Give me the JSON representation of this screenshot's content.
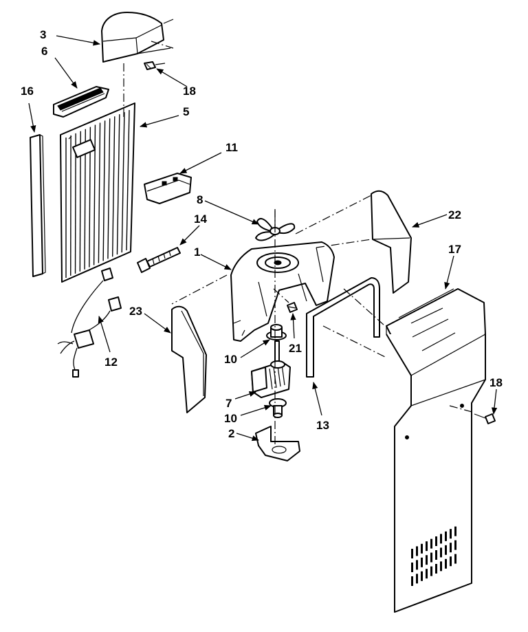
{
  "diagram": {
    "callouts": [
      {
        "id": "c3",
        "text": "3"
      },
      {
        "id": "c6",
        "text": "6"
      },
      {
        "id": "c16",
        "text": "16"
      },
      {
        "id": "c18a",
        "text": "18"
      },
      {
        "id": "c5",
        "text": "5"
      },
      {
        "id": "c11",
        "text": "11"
      },
      {
        "id": "c8",
        "text": "8"
      },
      {
        "id": "c14",
        "text": "14"
      },
      {
        "id": "c1",
        "text": "1"
      },
      {
        "id": "c22",
        "text": "22"
      },
      {
        "id": "c17",
        "text": "17"
      },
      {
        "id": "c23",
        "text": "23"
      },
      {
        "id": "c21",
        "text": "21"
      },
      {
        "id": "c12",
        "text": "12"
      },
      {
        "id": "c10a",
        "text": "10"
      },
      {
        "id": "c7",
        "text": "7"
      },
      {
        "id": "c10b",
        "text": "10"
      },
      {
        "id": "c13",
        "text": "13"
      },
      {
        "id": "c2",
        "text": "2"
      },
      {
        "id": "c18b",
        "text": "18"
      }
    ]
  }
}
